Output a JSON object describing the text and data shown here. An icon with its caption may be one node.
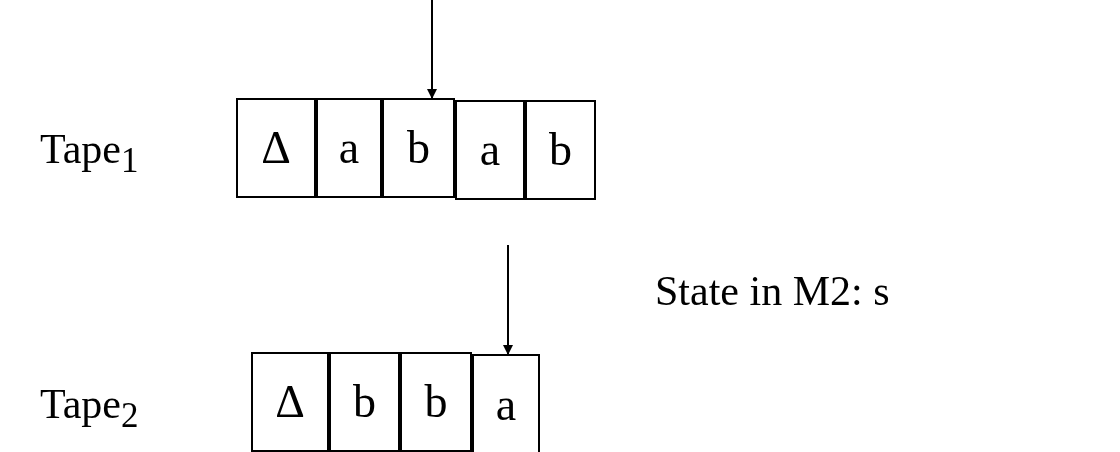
{
  "diagram": {
    "nodes": [
      {
        "text": [
          "Δ"
        ]
      },
      {
        "text": [
          "a"
        ]
      },
      {
        "text": [
          "b"
        ]
      },
      {
        "text": [
          "a"
        ]
      },
      {
        "text": [
          "b"
        ]
      },
      {
        "text": [
          "Δ"
        ]
      },
      {
        "text": [
          "b"
        ]
      },
      {
        "text": [
          "b"
        ]
      },
      {
        "text": [
          "a"
        ]
      }
    ],
    "edges": [
      {
        "from": null,
        "to": 2,
        "arrow": "to"
      },
      {
        "from": null,
        "to": 8,
        "arrow": "to"
      }
    ],
    "labels": [
      "Tape$_{1}$",
      "State in M2: s",
      "Tape$_{2}$"
    ]
  }
}
